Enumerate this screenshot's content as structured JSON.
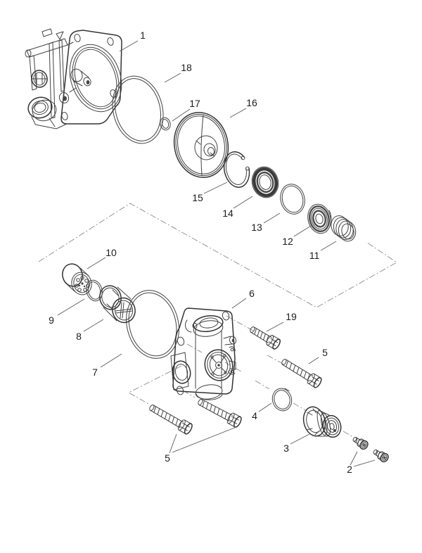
{
  "figure": {
    "type": "exploded-view-parts-diagram",
    "subject": "water-pump-assembly",
    "background_color": "#ffffff",
    "line_color": "#424242",
    "phantom_line_color": "#8c8c8c",
    "label_color": "#1c1c1c"
  },
  "labels": [
    {
      "name": "pump-housing",
      "text": "1"
    },
    {
      "name": "o-ring-cover",
      "text": "18"
    },
    {
      "name": "ring-small",
      "text": "17"
    },
    {
      "name": "impeller-disc",
      "text": "16"
    },
    {
      "name": "snap-ring",
      "text": "15"
    },
    {
      "name": "shaft-seal",
      "text": "14"
    },
    {
      "name": "o-ring-mid",
      "text": "13"
    },
    {
      "name": "seal-assembly",
      "text": "12"
    },
    {
      "name": "spring-seal",
      "text": "11"
    },
    {
      "name": "bearing-plug",
      "text": "10"
    },
    {
      "name": "o-ring-small",
      "text": "9"
    },
    {
      "name": "cage-sleeve",
      "text": "8"
    },
    {
      "name": "o-ring-body",
      "text": "7"
    },
    {
      "name": "pump-body",
      "text": "6"
    },
    {
      "name": "bolt-short",
      "text": "19"
    },
    {
      "name": "bolt-right",
      "text": "5"
    },
    {
      "name": "seal-ring",
      "text": "4"
    },
    {
      "name": "thermostat",
      "text": "3"
    },
    {
      "name": "screw-pair",
      "text": "2"
    },
    {
      "name": "bolts-bottom",
      "text": "5"
    }
  ]
}
